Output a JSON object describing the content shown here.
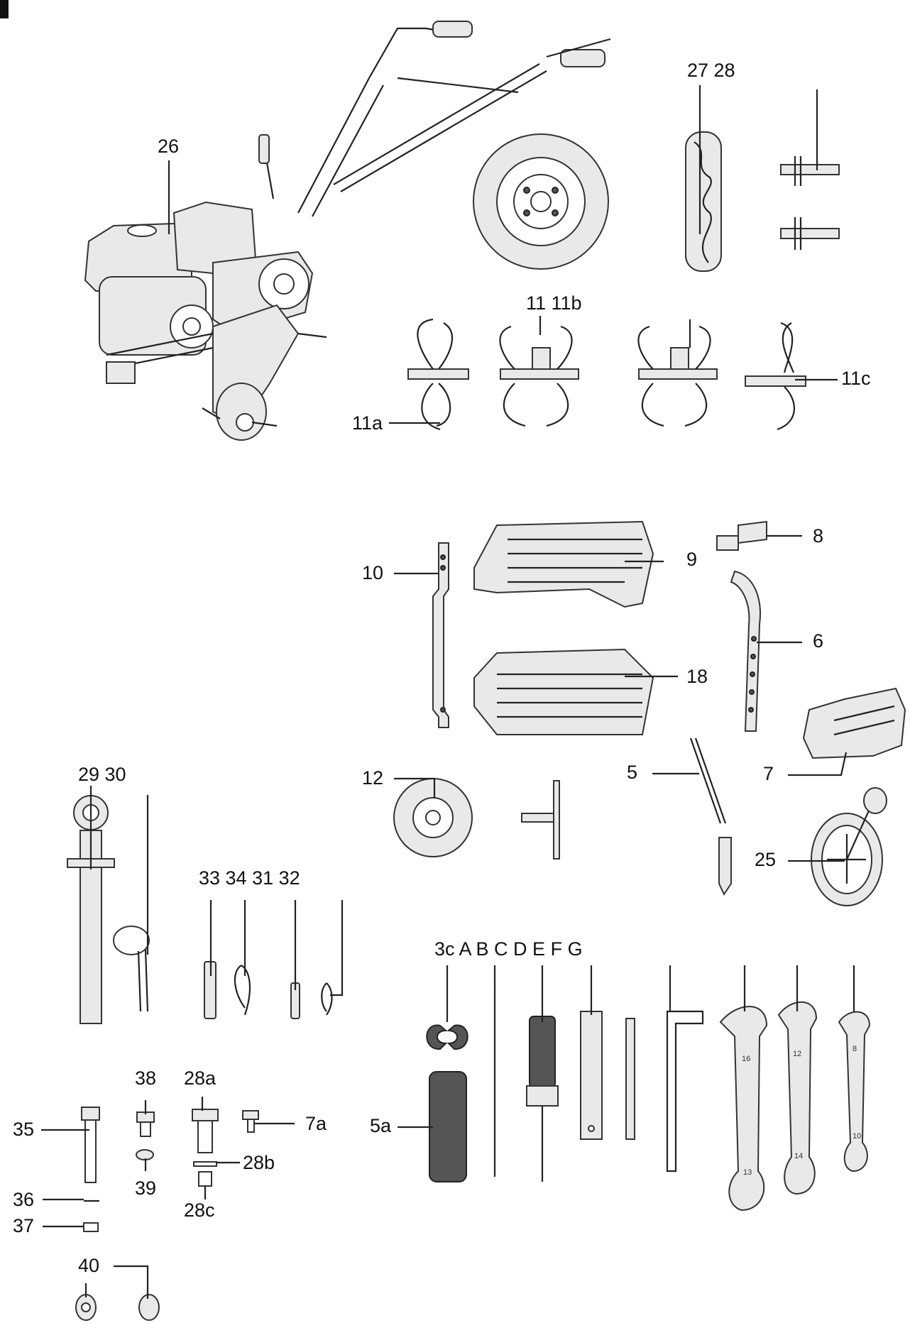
{
  "labels": {
    "l26": "26",
    "l2728": "27 28",
    "l11": "11 11b",
    "l11a": "11a",
    "l11c": "11c",
    "l8": "8",
    "l9": "9",
    "l10": "10",
    "l6": "6",
    "l18": "18",
    "l5": "5",
    "l7": "7",
    "l12": "12",
    "l25": "25",
    "l2930": "29 30",
    "l33": "33 34 31 32",
    "l3c": "3c A B C D E F G",
    "l38": "38",
    "l28a": "28a",
    "l7a": "7a",
    "l5a": "5a",
    "l35": "35",
    "l39": "39",
    "l28b": "28b",
    "l36": "36",
    "l28c": "28c",
    "l37": "37",
    "l40": "40"
  },
  "wrench_marks": {
    "w16": "16",
    "w13": "13",
    "w12": "12",
    "w14": "14",
    "w8": "8",
    "w10": "10"
  }
}
